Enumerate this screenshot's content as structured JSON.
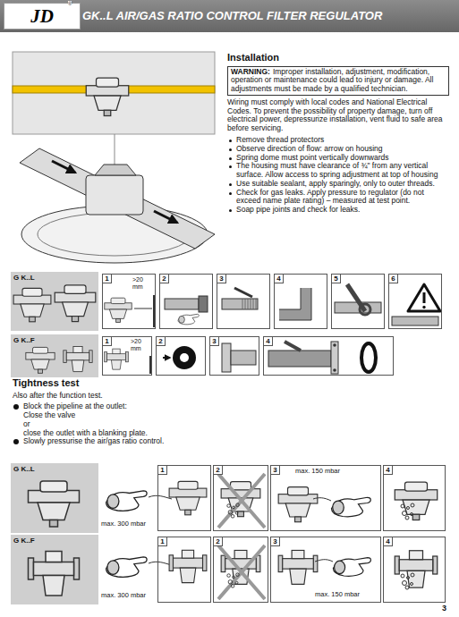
{
  "diagram": {
    "title": "GK..L AIR/GAS RATIO CONTROL FILTER REGULATOR",
    "nodes": [
      {
        "text": [
          "JD"
        ]
      },
      {
        "text": [
          "G K..L"
        ]
      },
      {
        "text": [
          "1"
        ]
      },
      {
        "text": [
          "2"
        ]
      },
      {
        "text": [
          "3"
        ]
      },
      {
        "text": [
          "4"
        ]
      },
      {
        "text": [
          "5"
        ]
      },
      {
        "text": [
          "6"
        ]
      },
      {
        "text": [
          "G K..F"
        ]
      },
      {
        "text": [
          "1"
        ]
      },
      {
        "text": [
          "2"
        ]
      },
      {
        "text": [
          "3"
        ]
      },
      {
        "text": [
          "4"
        ]
      },
      {
        "text": [
          "G K..L"
        ]
      },
      {
        "text": [
          "1"
        ]
      },
      {
        "text": [
          "2"
        ]
      },
      {
        "text": [
          "3"
        ]
      },
      {
        "text": [
          "4"
        ]
      },
      {
        "text": [
          "G K..F"
        ]
      },
      {
        "text": [
          "1"
        ]
      },
      {
        "text": [
          "2"
        ]
      },
      {
        "text": [
          "3"
        ]
      },
      {
        "text": [
          "4"
        ]
      }
    ],
    "labels": [
      "Installation",
      "WARNING:",
      "Improper installation, adjustment, modification, operation or maintenance could lead to injury or damage. All adjustments must be made by a qualified technician.",
      "Wiring must comply with local codes and National Electrical Codes. To prevent the possibility of property damage, turn off electrical power, depressurize installation, vent fluid to safe area before servicing.",
      "Remove thread protectors",
      "Observe direction of flow: arrow on housing",
      "Spring dome must point vertically downwards",
      "The housing must have clearance of ¾\" from any vertical surface. Allow access to spring adjustment at top of housing",
      "Use suitable sealant, apply sparingly, only to outer threads.",
      "Check for gas leaks. Apply pressure to regulator (do not exceed name plate rating) – measured at test point.",
      "Soap pipe joints and check for leaks.",
      ">20 mm",
      ">20 mm",
      "Tightness test",
      "Also after the function test.",
      "Block the pipeline at the outlet:",
      "Close the valve",
      "or",
      "close the outlet with a blanking plate.",
      "Slowly pressurise the air/gas ratio control.",
      "max. 300 mbar",
      "max. 150 mbar",
      "max. 300 mbar",
      "max. 150 mbar",
      "3",
      "®"
    ]
  }
}
